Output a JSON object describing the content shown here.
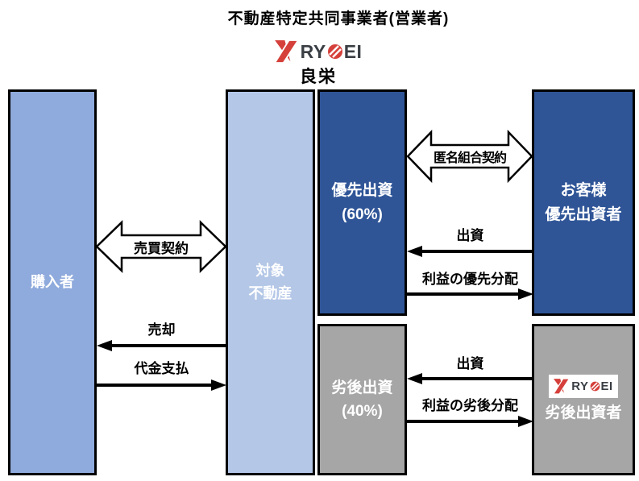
{
  "header": {
    "title": "不動産特定共同事業者(営業者)",
    "company_name": "良栄"
  },
  "logo": {
    "name": "RYOEI",
    "prefix": "RY",
    "suffix": "EI"
  },
  "boxes": {
    "purchaser": {
      "label": "購入者"
    },
    "property": {
      "line1": "対象",
      "line2": "不動産"
    },
    "senior": {
      "line1": "優先出資",
      "line2": "(60%)"
    },
    "customer": {
      "line1": "お客様",
      "line2": "優先出資者"
    },
    "junior": {
      "line1": "劣後出資",
      "line2": "(40%)"
    },
    "junior_investor": {
      "label": "劣後出資者"
    }
  },
  "arrows": {
    "sales_contract": "売買契約",
    "sell": "売却",
    "payment": "代金支払",
    "anonymous_partnership": "匿名組合契約",
    "invest_top": "出資",
    "profit_priority": "利益の優先分配",
    "invest_bottom": "出資",
    "profit_subordinate": "利益の劣後分配"
  },
  "colors": {
    "purchaser_box": "#8FAADC",
    "property_box": "#B4C7E7",
    "senior_box": "#2F5597",
    "junior_box": "#A6A6A6",
    "logo_red": "#D5403B",
    "logo_gray": "#3A3F45"
  }
}
